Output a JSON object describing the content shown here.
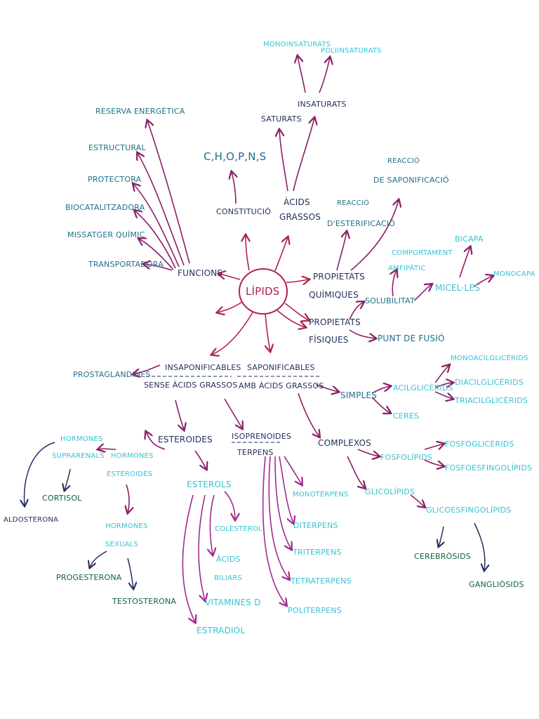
{
  "center": "LÍPIDS",
  "nodes": {
    "funcions": "FUNCIONS",
    "reserva": "RESERVA ENERGÈTICA",
    "estructural": "ESTRUCTURAL",
    "protectora": "PROTECTORA",
    "biocatalitzadora": "BIOCATALITZADORA",
    "missatger": "MISSATGER QUÍMIC",
    "transportadora": "TRANSPORTADORA",
    "constitucio": "CONSTITUCIÓ",
    "chopns": "C,H,O,P,N,S",
    "acids_1": "ÀCIDS",
    "acids_2": "GRASSOS",
    "saturats": "SATURATS",
    "insaturats": "INSATURATS",
    "monoinsaturats": "MONOINSATURATS",
    "poliinsaturats": "POLIINSATURATS",
    "prop_quim_1": "PROPIETATS",
    "prop_quim_2": "QUÍMIQUES",
    "reac_ester_1": "REACCIÓ",
    "reac_ester_2": "D'ESTERIFICACIÓ",
    "reac_sapo_1": "REACCIÓ",
    "reac_sapo_2": "DE SAPONIFICACIÓ",
    "prop_fis_1": "PROPIETATS",
    "prop_fis_2": "FÍSIQUES",
    "solubilitat": "SOLUBILITAT",
    "punt_fusio": "PUNT DE FUSIÓ",
    "comport_1": "COMPORTAMENT",
    "comport_2": "AMFIPÀTIC",
    "miceles": "MICEL·LES",
    "bicapa": "BICAPA",
    "monocapa": "MONOCAPA",
    "insapo_1": "INSAPONIFICABLES",
    "insapo_2": "SENSE ÀCIDS GRASSOS",
    "sapo_1": "SAPONIFICABLES",
    "sapo_2": "AMB ÀCIDS GRASSOS",
    "prostaglandines": "PROSTAGLANDINES",
    "esteroides": "ESTEROIDES",
    "isoprenoides_1": "ISOPRENOIDES",
    "isoprenoides_2": "TERPENS",
    "hormones_supra_1": "HORMONES",
    "hormones_supra_2": "SUPRARENALS",
    "hormones_est_1": "HORMONES",
    "hormones_est_2": "ESTEROIDES",
    "cortisol": "CORTISOL",
    "aldosterona": "ALDOSTERONA",
    "hormones_sex_1": "HORMONES",
    "hormones_sex_2": "SEXUALS",
    "progesterona": "PROGESTERONA",
    "testosterona": "TESTOSTERONA",
    "esterols": "ESTEROLS",
    "colesterol": "COLESTEROL",
    "acids_biliars_1": "ÀCIDS",
    "acids_biliars_2": "BILIARS",
    "vitamines": "VITAMINES D",
    "estradiol": "ESTRADIOL",
    "monoterpens": "MONOTERPENS",
    "diterpens": "DITERPENS",
    "triterpens": "TRITERPENS",
    "tetraterpens": "TETRATERPENS",
    "politerpens": "POLITERPENS",
    "simples": "SIMPLES",
    "complexos": "COMPLEXOS",
    "acilglicerids": "ACILGLICÈRIDS",
    "ceres": "CERES",
    "monoacil": "MONOACILGLICÈRIDS",
    "diacil": "DIACILGLICÈRIDS",
    "triacil": "TRIACILGLICÈRIDS",
    "fosfolipids": "FOSFOLÍPIDS",
    "glicolipids": "GLICOLÍPIDS",
    "fosfoglicerids": "FOSFOGLICÈRIDS",
    "fosfoesfingo": "FOSFOESFINGOLÍPIDS",
    "glicoesfingo": "GLICOESFINGOLÍPIDS",
    "cerebrosids": "CEREBRÒSIDS",
    "gangliosids": "GANGLIÒSIDS"
  },
  "colors": {
    "navy": "#22305f",
    "teal": "#1f6f8c",
    "cyan": "#34c3d4",
    "green": "#11613f",
    "red": "#b0234a",
    "purple": "#8a1f68",
    "magenta": "#a12a8f"
  }
}
